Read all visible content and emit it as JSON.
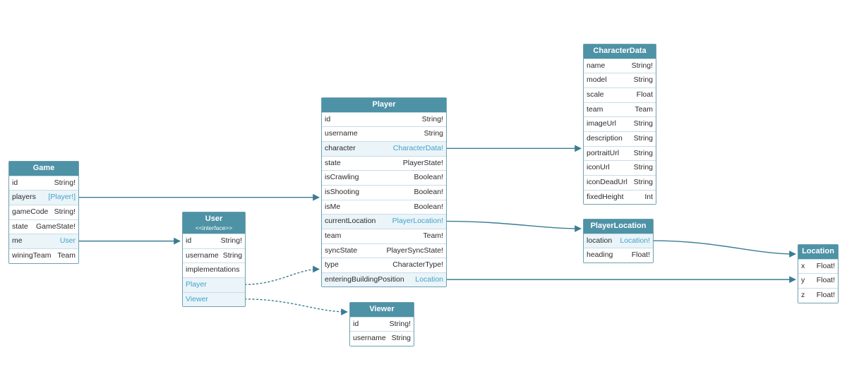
{
  "diagram": {
    "colors": {
      "header": "#4e92a6",
      "link": "#45a2c9",
      "edge": "#3a7d92",
      "row_highlight": "#eaf4f9",
      "border": "#6fa0b2",
      "row_border": "#c9dde6",
      "text": "#2b2b2b"
    },
    "nodes": [
      {
        "id": "game",
        "title": "Game",
        "subtitle": "",
        "fields": [
          {
            "name": "id",
            "type": "String!"
          },
          {
            "name": "players",
            "type": "[Player!]",
            "link_type": true
          },
          {
            "name": "gameCode",
            "type": "String!"
          },
          {
            "name": "state",
            "type": "GameState!"
          },
          {
            "name": "me",
            "type": "User",
            "link_type": true
          },
          {
            "name": "winingTeam",
            "type": "Team"
          }
        ]
      },
      {
        "id": "user",
        "title": "User",
        "subtitle": "<<interface>>",
        "fields": [
          {
            "name": "id",
            "type": "String!"
          },
          {
            "name": "username",
            "type": "String"
          },
          {
            "name": "implementations",
            "type": "",
            "section": true
          },
          {
            "name": "Player",
            "type": "",
            "link_name": true
          },
          {
            "name": "Viewer",
            "type": "",
            "link_name": true
          }
        ]
      },
      {
        "id": "player",
        "title": "Player",
        "subtitle": "",
        "fields": [
          {
            "name": "id",
            "type": "String!"
          },
          {
            "name": "username",
            "type": "String"
          },
          {
            "name": "character",
            "type": "CharacterData!",
            "link_type": true
          },
          {
            "name": "state",
            "type": "PlayerState!"
          },
          {
            "name": "isCrawling",
            "type": "Boolean!"
          },
          {
            "name": "isShooting",
            "type": "Boolean!"
          },
          {
            "name": "isMe",
            "type": "Boolean!"
          },
          {
            "name": "currentLocation",
            "type": "PlayerLocation!",
            "link_type": true
          },
          {
            "name": "team",
            "type": "Team!"
          },
          {
            "name": "syncState",
            "type": "PlayerSyncState!"
          },
          {
            "name": "type",
            "type": "CharacterType!"
          },
          {
            "name": "enteringBuildingPosition",
            "type": "Location",
            "link_type": true
          }
        ]
      },
      {
        "id": "viewer",
        "title": "Viewer",
        "subtitle": "",
        "fields": [
          {
            "name": "id",
            "type": "String!"
          },
          {
            "name": "username",
            "type": "String"
          }
        ]
      },
      {
        "id": "characterData",
        "title": "CharacterData",
        "subtitle": "",
        "fields": [
          {
            "name": "name",
            "type": "String!"
          },
          {
            "name": "model",
            "type": "String"
          },
          {
            "name": "scale",
            "type": "Float"
          },
          {
            "name": "team",
            "type": "Team"
          },
          {
            "name": "imageUrl",
            "type": "String"
          },
          {
            "name": "description",
            "type": "String"
          },
          {
            "name": "portraitUrl",
            "type": "String"
          },
          {
            "name": "iconUrl",
            "type": "String"
          },
          {
            "name": "iconDeadUrl",
            "type": "String"
          },
          {
            "name": "fixedHeight",
            "type": "Int"
          }
        ]
      },
      {
        "id": "playerLocation",
        "title": "PlayerLocation",
        "subtitle": "",
        "fields": [
          {
            "name": "location",
            "type": "Location!",
            "link_type": true
          },
          {
            "name": "heading",
            "type": "Float!"
          }
        ]
      },
      {
        "id": "location",
        "title": "Location",
        "subtitle": "",
        "fields": [
          {
            "name": "x",
            "type": "Float!"
          },
          {
            "name": "y",
            "type": "Float!"
          },
          {
            "name": "z",
            "type": "Float!"
          }
        ]
      }
    ],
    "edges": [
      {
        "from_node": "game",
        "from_field": "players",
        "to_node": "player",
        "style": "solid"
      },
      {
        "from_node": "game",
        "from_field": "me",
        "to_node": "user",
        "style": "solid"
      },
      {
        "from_node": "player",
        "from_field": "character",
        "to_node": "characterData",
        "style": "solid"
      },
      {
        "from_node": "player",
        "from_field": "currentLocation",
        "to_node": "playerLocation",
        "style": "solid"
      },
      {
        "from_node": "player",
        "from_field": "enteringBuildingPosition",
        "to_node": "location",
        "style": "solid"
      },
      {
        "from_node": "playerLocation",
        "from_field": "location",
        "to_node": "location",
        "style": "solid"
      },
      {
        "from_node": "user",
        "from_field": "Player",
        "to_node": "player",
        "style": "dotted"
      },
      {
        "from_node": "user",
        "from_field": "Viewer",
        "to_node": "viewer",
        "style": "dotted"
      }
    ]
  }
}
